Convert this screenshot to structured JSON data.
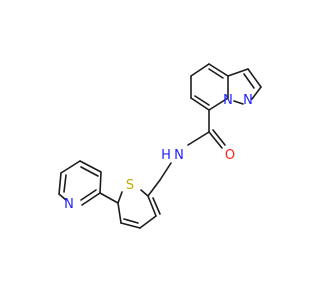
{
  "colors": {
    "bond": "#1c1c1c",
    "nitrogen": "#2020ff",
    "oxygen": "#ff2020",
    "sulfur": "#c8a800"
  },
  "atoms": {
    "n_pyridine": "N",
    "n_pyrazole": "N",
    "n_bridge": "N",
    "n_amide": "N",
    "h_amide": "H",
    "o_amide": "O",
    "s_thiophene": "S"
  }
}
